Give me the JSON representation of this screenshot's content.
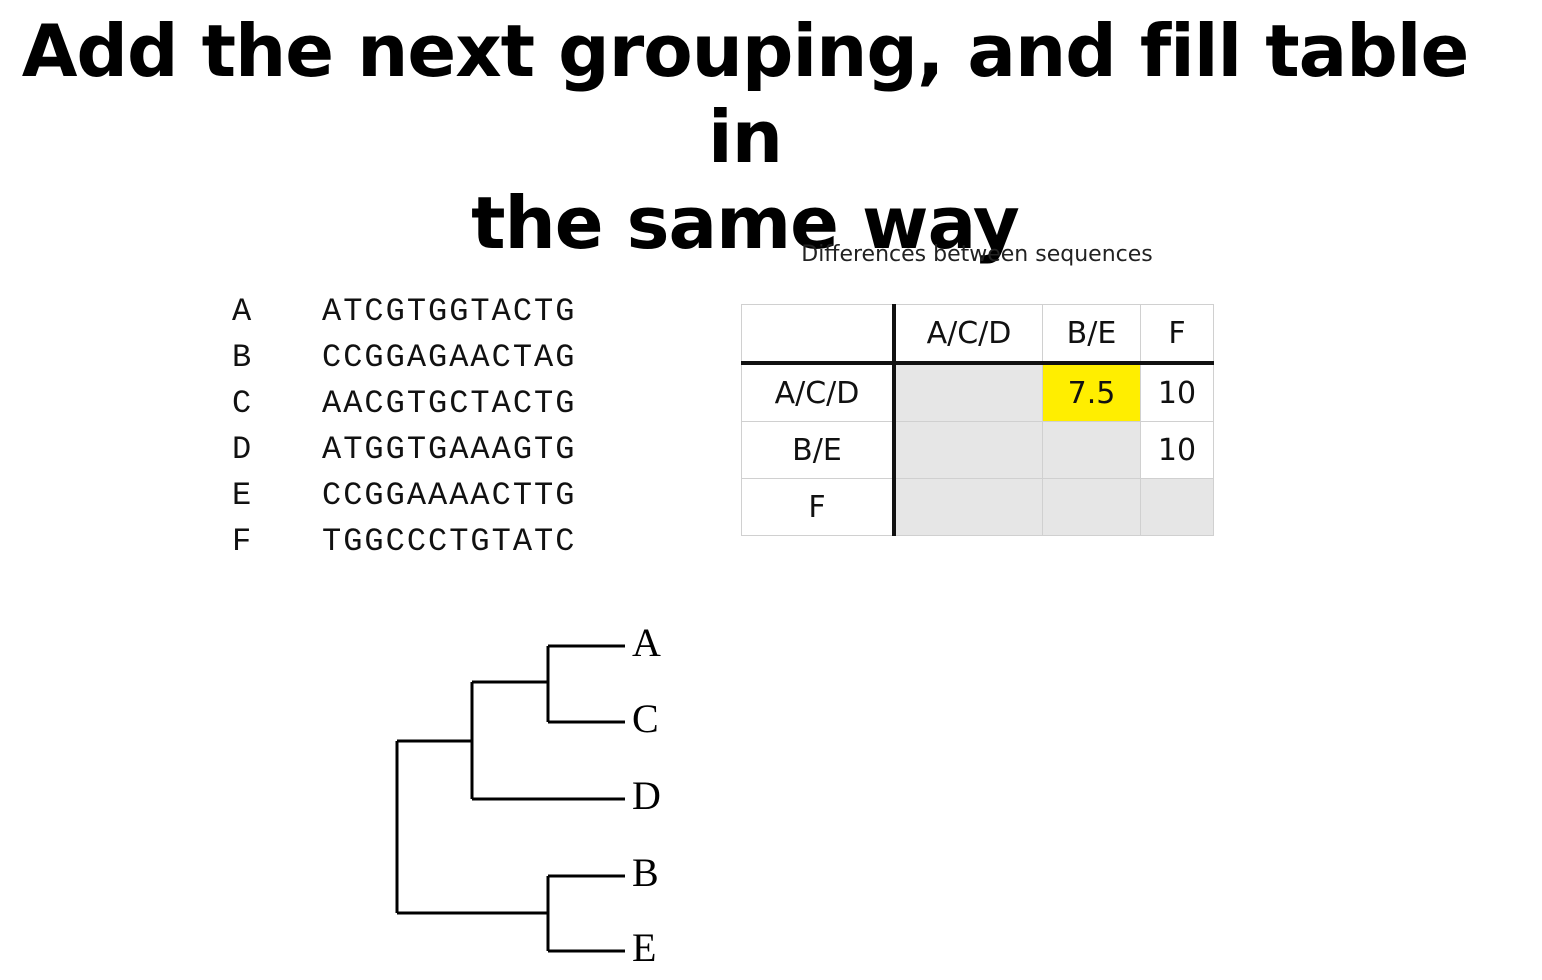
{
  "title": {
    "line1": "Add the next grouping, and fill table in",
    "line2": "the same way"
  },
  "sequences": [
    {
      "label": "A",
      "seq": "ATCGTGGTACTG"
    },
    {
      "label": "B",
      "seq": "CCGGAGAACTAG"
    },
    {
      "label": "C",
      "seq": "AACGTGCTACTG"
    },
    {
      "label": "D",
      "seq": "ATGGTGAAAGTG"
    },
    {
      "label": "E",
      "seq": "CCGGAAAACTTG"
    },
    {
      "label": "F",
      "seq": "TGGCCCTGTATC"
    }
  ],
  "table": {
    "caption": "Differences between sequences",
    "columns": [
      "A/C/D",
      "B/E",
      "F"
    ],
    "rows": [
      {
        "label": "A/C/D",
        "cells": [
          "",
          "7.5",
          "10"
        ]
      },
      {
        "label": "B/E",
        "cells": [
          "",
          "",
          "10"
        ]
      },
      {
        "label": "F",
        "cells": [
          "",
          "",
          ""
        ]
      }
    ],
    "highlight_color": "#ffee00",
    "shade_color": "#e6e6e6"
  },
  "tree": {
    "leaves": [
      "A",
      "C",
      "D",
      "B",
      "E"
    ]
  }
}
